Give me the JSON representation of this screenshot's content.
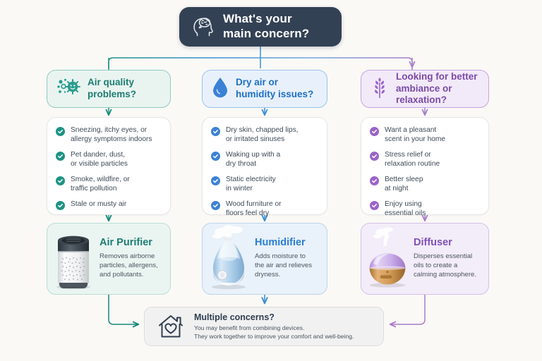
{
  "page": {
    "background_color": "#faf9f6",
    "accent_teal": "#1d7d72",
    "accent_blue": "#2a7fd0",
    "accent_purple": "#8051b5",
    "root_bg": "#334155"
  },
  "root": {
    "icon": "head-brain-icon",
    "title": "What's your\nmain concern?"
  },
  "branches": [
    {
      "id": "air-quality",
      "icon": "germ-particles-icon",
      "color": "#1d7d72",
      "header": "Air quality\nproblems?",
      "symptoms": [
        "Sneezing, itchy eyes, or\nallergy symptoms indoors",
        "Pet dander, dust,\nor visible particles",
        "Smoke, wildfire, or\ntraffic pollution",
        "Stale or musty air"
      ],
      "product": {
        "icon": "air-purifier-icon",
        "name": "Air Purifier",
        "description": "Removes airborne\nparticles, allergens,\nand pollutants."
      }
    },
    {
      "id": "dry-air",
      "icon": "water-droplet-icon",
      "color": "#2a7fd0",
      "header": "Dry air or\nhumidity issues?",
      "symptoms": [
        "Dry skin, chapped lips,\nor irritated sinuses",
        "Waking up with a\ndry throat",
        "Static electricity\nin winter",
        "Wood furniture or\nfloors feel dry"
      ],
      "product": {
        "icon": "humidifier-icon",
        "name": "Humidifier",
        "description": "Adds moisture to\nthe air and relieves\ndryness."
      }
    },
    {
      "id": "ambiance",
      "icon": "lavender-herb-icon",
      "color": "#8051b5",
      "header": "Looking for better\nambiance or relaxation?",
      "symptoms": [
        "Want a pleasant\nscent in your home",
        "Stress relief or\nrelaxation routine",
        "Better sleep\nat night",
        "Enjoy using\nessential oils"
      ],
      "product": {
        "icon": "diffuser-icon",
        "name": "Diffuser",
        "description": "Disperses essential\noils to create a\ncalming atmosphere."
      }
    }
  ],
  "footer": {
    "icon": "house-heart-icon",
    "title": "Multiple concerns?",
    "line1": "You may benefit from combining devices.",
    "line2": "They work together to improve your comfort and well-being."
  }
}
